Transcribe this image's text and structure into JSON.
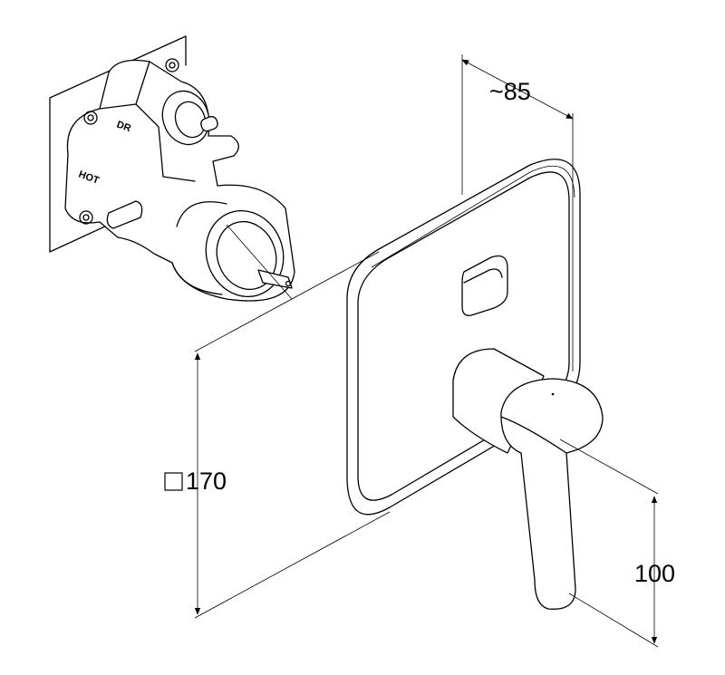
{
  "dimensions": {
    "depth_label": "~85",
    "plate_size_label": "170",
    "plate_size_symbol": "square",
    "lever_height_label": "100"
  },
  "body_markings": {
    "diverter": "DR",
    "hot": "HOT"
  }
}
